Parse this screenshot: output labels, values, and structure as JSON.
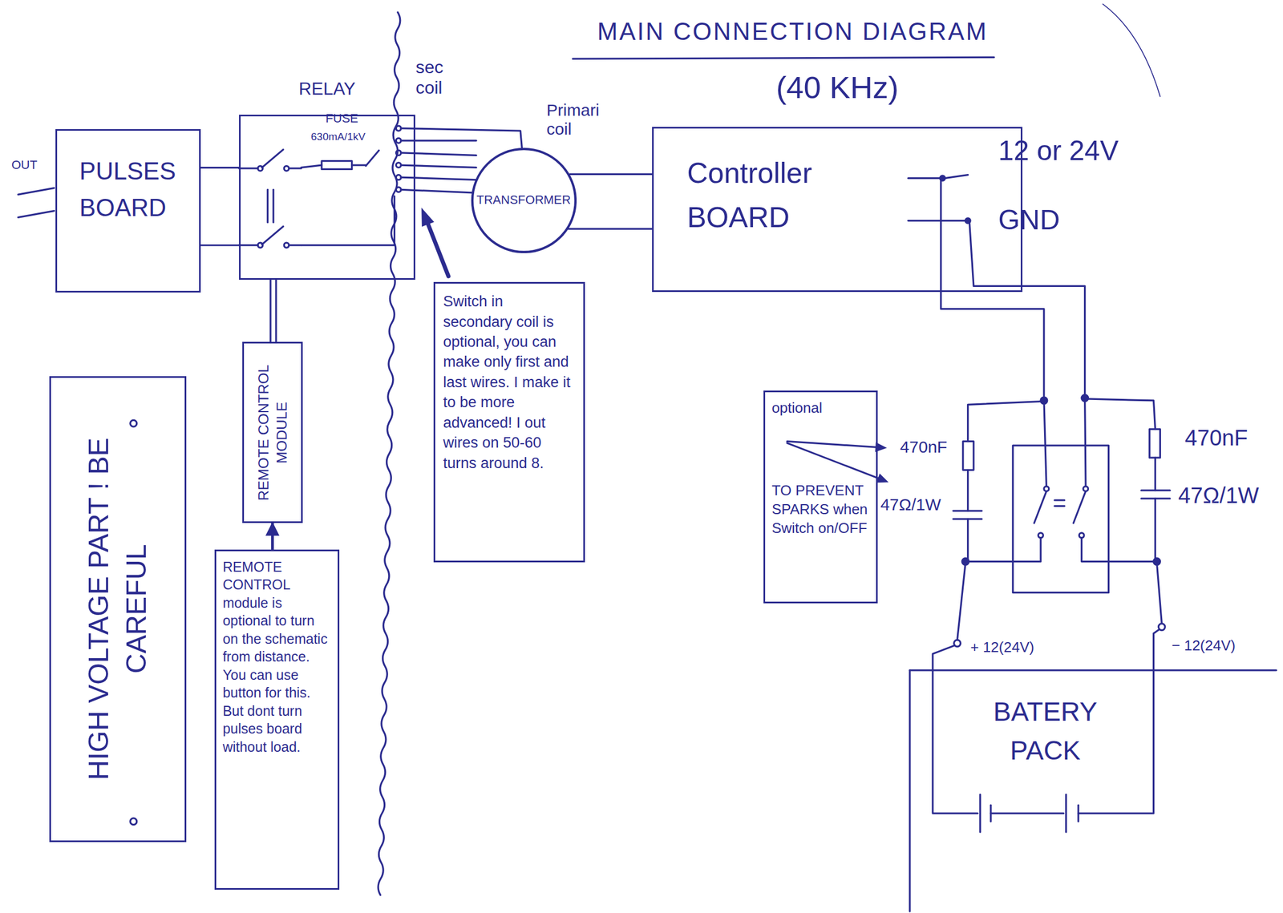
{
  "diagram": {
    "title": "MAIN CONNECTION DIAGRAM",
    "nodes": [
      {
        "text": [
          "PULSES BOARD"
        ]
      },
      {
        "text": [
          "RELAY"
        ]
      },
      {
        "text": [
          "TRANSFORMER"
        ]
      },
      {
        "text": [
          "(40 KHz)",
          "Controller BOARD"
        ]
      },
      {
        "text": [
          "REMOTE CONTROL MODULE"
        ]
      },
      {
        "text": [
          "Switch in secondary coil is optional, you can make only first and last wires. I make it to be more advanced! I out wires on 50-60 turns around 8."
        ]
      },
      {
        "text": [
          "optional",
          "TO PREVENT SPARKS when Switch on/OFF"
        ]
      },
      {
        "text": [
          "HIGH VOLTAGE PART ! BE CAREFUL"
        ]
      },
      {
        "text": [
          "REMOTE CONTROL module is optional to turn on the schematic from distance. You can use button for this. But dont turn pulses board without load."
        ]
      },
      {
        "text": [
          "BATERY PACK"
        ]
      }
    ],
    "edges": [
      {
        "from": 0,
        "to": 1,
        "arrow": "none"
      },
      {
        "from": 0,
        "to": 1,
        "arrow": "none"
      },
      {
        "from": 4,
        "to": 1,
        "arrow": "none"
      },
      {
        "from": 8,
        "to": 4,
        "arrow": "to"
      },
      {
        "from": 2,
        "to": 3,
        "arrow": "none"
      },
      {
        "from": 2,
        "to": 3,
        "arrow": "none"
      }
    ],
    "labels": [
      "OUT",
      "FUSE",
      "630mA/1kV",
      "sec coil",
      "Primari coil",
      "12 or 24V",
      "GND",
      "470nF",
      "47Ω/1W",
      "470nF",
      "47Ω/1W",
      "+ 12(24V)",
      "− 12(24V)"
    ]
  }
}
